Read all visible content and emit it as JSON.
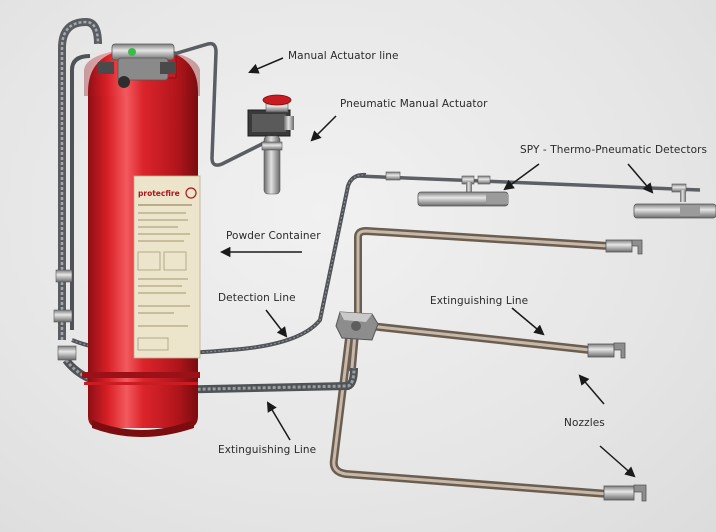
{
  "labels": {
    "manual_actuator_line": "Manual Actuator line",
    "pneumatic_manual_actuator": "Pneumatic Manual Actuator",
    "spy_detectors": "SPY - Thermo-Pneumatic Detectors",
    "powder_container": "Powder Container",
    "detection_line": "Detection Line",
    "extinguishing_line_right": "Extinguishing Line",
    "extinguishing_line_left": "Extinguishing Line",
    "nozzles": "Nozzles"
  },
  "container_label": {
    "brand": "protecfire"
  },
  "colors": {
    "background": "#e6e6e6",
    "cylinder_red": "#d81f26",
    "label_panel": "#e9e2c8",
    "pipe_metal": "#8a7a6a",
    "hose_dark": "#55575a",
    "text": "#2a2a2a"
  }
}
